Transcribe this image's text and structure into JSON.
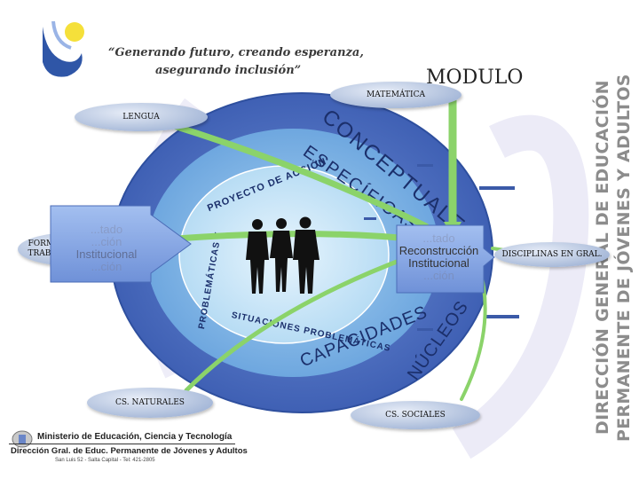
{
  "slogan": {
    "line1": "“Generando futuro, creando esperanza,",
    "line2": "asegurando inclusión”"
  },
  "module_title": "MODULO",
  "vertical_text": {
    "line1": "DIRECCIÓN GENERAL DE EDUCACIÓN",
    "line2": "PERMANENTE DE JÓVENES Y ADULTOS"
  },
  "rings": {
    "outer": "NÚCLEOS CONCEPTUALES",
    "outer_left": "NÚCLEOS",
    "outer_top": "CONCEPTUALES",
    "middle_top": "ESPECÍFICAS",
    "middle_bottom": "CAPACIDADES",
    "inner_top": "PROYECTO DE ACCIÓN",
    "inner_left": "PROBLEMÁTICAS Y",
    "inner_bottom": "SITUACIONES PROBLEMÁTICAS"
  },
  "subjects": {
    "matematica": "MATEMÁTICA",
    "lengua": "LENGUA",
    "formacion": "FORMACIÓN PARA EL TRABAJO",
    "formacion_line1": "FORMACIÓN PARA EL",
    "formacion_line2": "TRABAJO",
    "disciplinas": "DISCIPLINAS EN GRAL.",
    "naturales": "CS. NATURALES",
    "sociales": "CS. SOCIALES"
  },
  "boxes": {
    "left": {
      "line1": "...tado",
      "line2": "...ción",
      "line3": "Institucional",
      "line4": "...ción"
    },
    "right": {
      "line1": "...tado",
      "line2": "Reconstrucción",
      "line3": "Institucional",
      "line4": "...ción"
    }
  },
  "footer": {
    "line1": "Ministerio de Educación, Ciencia y Tecnología",
    "line2": "Dirección Gral. de Educ. Permanente de Jóvenes y Adultos",
    "line3": "San Luis 52 - Salta Capital - Tel: 421-2805"
  },
  "colors": {
    "ring_outer": "#5474c4",
    "ring_middle": "#7fb2e6",
    "ring_inner": "#c5e3f7",
    "arrow_green": "#8bd36a",
    "logo_yellow": "#f5e03a",
    "logo_blue": "#2f56a7"
  }
}
